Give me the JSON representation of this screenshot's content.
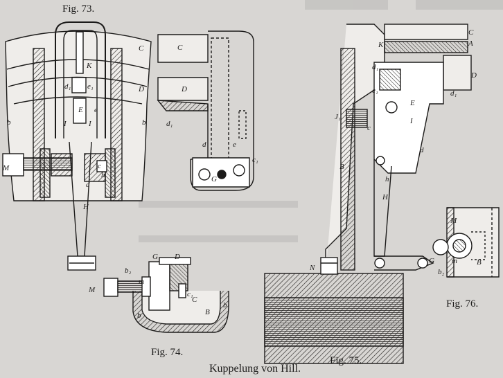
{
  "plate": {
    "main_caption": "Kuppelung von Hill.",
    "figures": [
      {
        "id": "fig73",
        "caption": "Fig. 73.",
        "labels": [
          "C",
          "D",
          "K",
          "d₁",
          "e₁",
          "E",
          "e",
          "I",
          "I",
          "b",
          "b",
          "M",
          "c",
          "h",
          "d",
          "H"
        ]
      },
      {
        "id": "fig73b",
        "labels": [
          "C",
          "D",
          "d₁",
          "d",
          "e",
          "c₁",
          "G"
        ]
      },
      {
        "id": "fig74",
        "caption": "Fig. 74.",
        "labels": [
          "G",
          "D",
          "b₂",
          "m",
          "M",
          "c₁",
          "C",
          "b",
          "B",
          "b"
        ]
      },
      {
        "id": "fig75",
        "caption": "Fig. 75.",
        "labels": [
          "C",
          "A",
          "K",
          "D",
          "d₁",
          "e₁",
          "d₁",
          "E",
          "I",
          "J₁",
          "c",
          "B",
          "d",
          "h",
          "H",
          "N"
        ]
      },
      {
        "id": "fig76",
        "caption": "Fig. 76.",
        "labels": [
          "M",
          "G",
          "m",
          "B",
          "b₂"
        ]
      }
    ]
  }
}
